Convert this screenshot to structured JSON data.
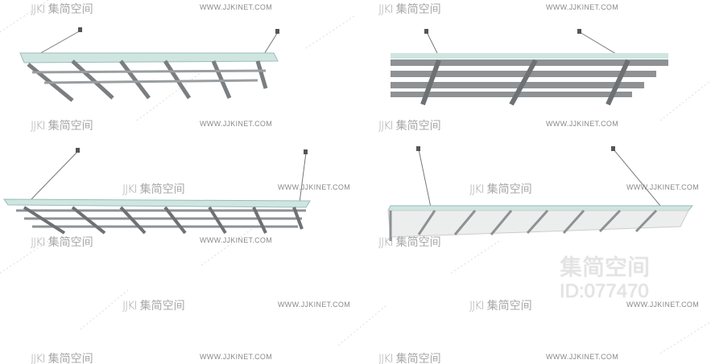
{
  "watermark": {
    "logo_mark": "JJKI",
    "logo_text": "集简空间",
    "url": "WWW.JJKINET.COM"
  },
  "big_watermark": {
    "title": "集简空间",
    "id": "ID:077470"
  },
  "colors": {
    "glass": "#cfe6e0",
    "steel": "#8e9294",
    "steel_dark": "#5b5f61"
  }
}
